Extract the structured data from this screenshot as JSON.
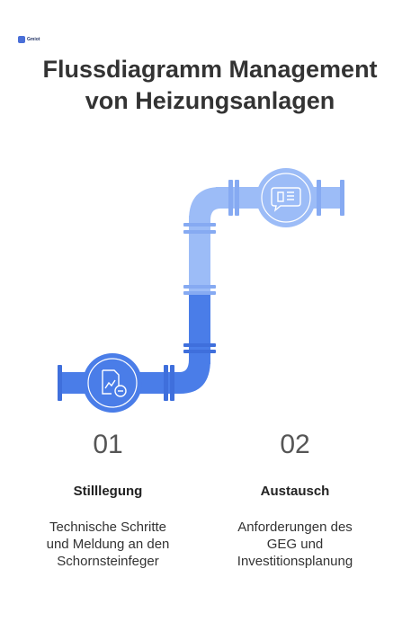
{
  "logo": {
    "text": "Gmiot"
  },
  "title": {
    "line1": "Flussdiagramm Management",
    "line2": "von Heizungsanlagen"
  },
  "steps": [
    {
      "number": "01",
      "heading": "Stilllegung",
      "description": "Technische Schritte\nund Meldung an den\nSchornsteinfeger",
      "icon": "document-chart-minus-icon",
      "color": "#4a7de8"
    },
    {
      "number": "02",
      "heading": "Austausch",
      "description": "Anforderungen des\nGEG und\nInvestitionsplanung",
      "icon": "speech-bubble-document-icon",
      "color": "#8fb3f5"
    }
  ],
  "colors": {
    "pipe_dark": "#4a7de8",
    "pipe_light": "#9cbcf7",
    "flange_dark": "#3f6fdc",
    "flange_light": "#86aaf2"
  }
}
